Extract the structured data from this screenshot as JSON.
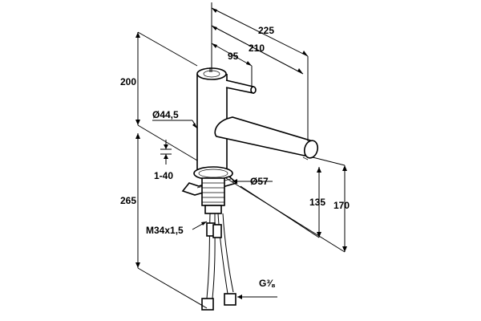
{
  "dimensions": {
    "overall_reach": "225",
    "spout_reach": "210",
    "lever_reach": "95",
    "total_height": "200",
    "body_diameter": "Ø44,5",
    "worktop_thickness": "1-40",
    "base_diameter": "Ø57",
    "below_worktop": "265",
    "thread_size": "M34x1,5",
    "spout_outlet_height": "135",
    "spout_top_height": "170",
    "hose_connection": "G⅜"
  }
}
